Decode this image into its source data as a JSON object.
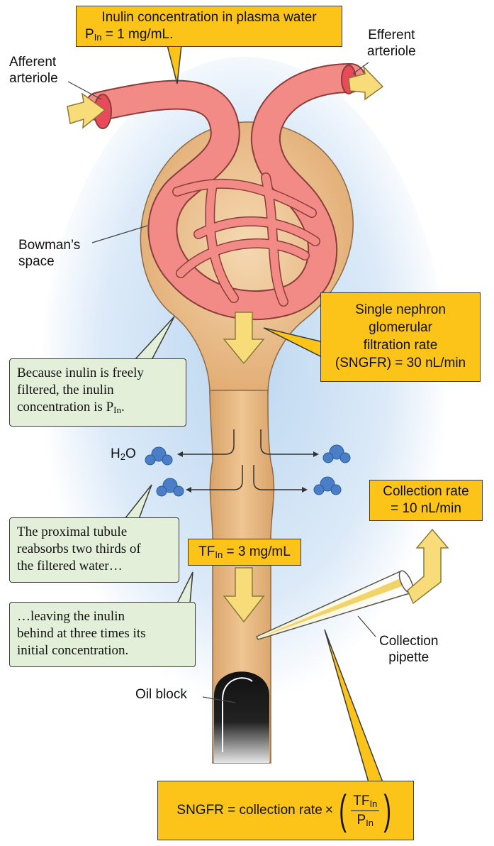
{
  "callouts": {
    "inulin_plasma": {
      "line1": "Inulin concentration in plasma water",
      "p_symbol": "P",
      "p_sub": "In",
      "p_value": " = 1 mg/mL."
    },
    "sngfr_box": {
      "line1": "Single nephron",
      "line2": "glomerular",
      "line3": "filtration rate",
      "line4": "(SNGFR) = 30 nL/min"
    },
    "collection_rate": {
      "line1": "Collection rate",
      "line2": "= 10 nL/min"
    },
    "tf": {
      "symbol": "TF",
      "sub": "In",
      "value": " = 3 mg/mL"
    },
    "formula": {
      "lhs": "SNGFR = collection rate ",
      "times": "×",
      "num": "TF",
      "num_sub": "In",
      "den": "P",
      "den_sub": "In"
    }
  },
  "notes": {
    "freely_filtered": {
      "line1": "Because inulin is freely",
      "line2": "filtered, the inulin",
      "line3": "concentration is P",
      "sub": "In",
      "end": "."
    },
    "reabsorbs": {
      "line1": "The proximal tubule",
      "line2": "reabsorbs two thirds of",
      "line3": "the filtered water…"
    },
    "leaving": {
      "line1": "…leaving the inulin",
      "line2": "behind at three times its",
      "line3": "initial concentration."
    }
  },
  "labels": {
    "afferent": {
      "line1": "Afferent",
      "line2": "arteriole"
    },
    "efferent": {
      "line1": "Efferent",
      "line2": "arteriole"
    },
    "bowman": {
      "line1": "Bowman’s",
      "line2": "space"
    },
    "water": {
      "h": "H",
      "sub": "2",
      "o": "O"
    },
    "pipette": {
      "line1": "Collection",
      "line2": "pipette"
    },
    "oil": "Oil block"
  },
  "colors": {
    "callout_yellow": "#fcc419",
    "note_green": "#e3efd8",
    "tubule_tan": "#e8b882",
    "capillary_pink": "#f28b85",
    "water_blue": "#4a7fc8",
    "arrow_yellow": "#f8dc7a",
    "glow_blue": "#bcd7f0"
  }
}
